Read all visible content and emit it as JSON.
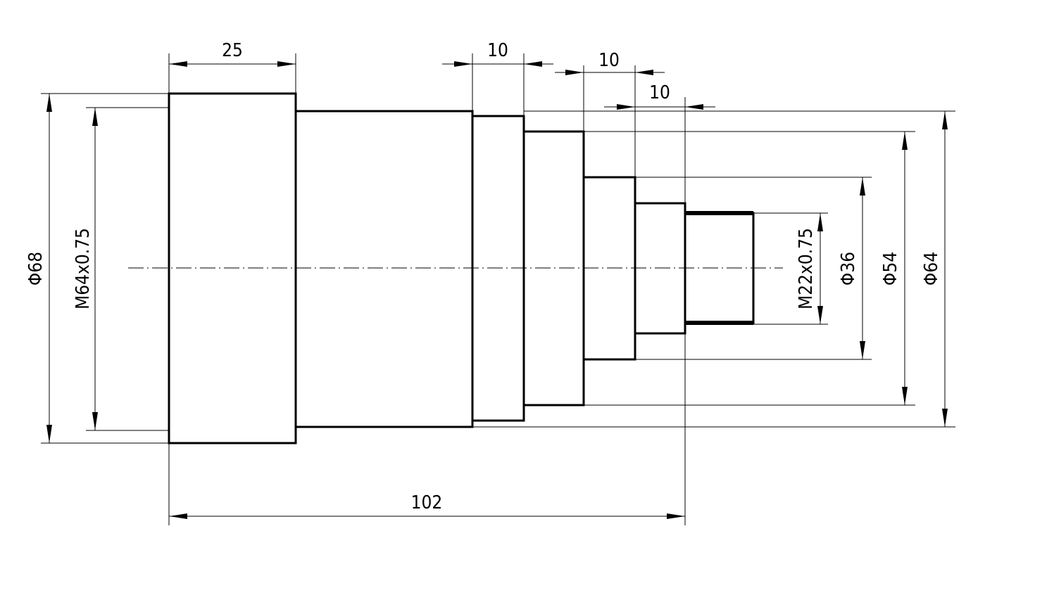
{
  "drawing": {
    "dimensions": {
      "len_25": "25",
      "len_10_a": "10",
      "len_10_b": "10",
      "len_10_c": "10",
      "len_102": "102",
      "dia_68": "Φ68",
      "thread_m64": "M64x0.75",
      "thread_m22": "M22x0.75",
      "dia_36": "Φ36",
      "dia_54": "Φ54",
      "dia_64": "Φ64"
    }
  }
}
